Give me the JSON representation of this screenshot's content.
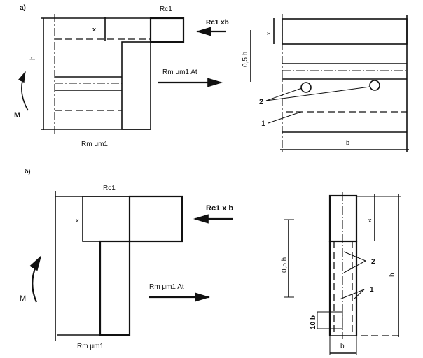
{
  "panel_a": {
    "label": "a)",
    "stress_top_label": "Rc1",
    "compression_force": "Rc1 xb",
    "tension_force": "Rm μm1 At",
    "height_label": "h",
    "moment_label": "M",
    "stress_bottom_label": "Rm μm1",
    "section_x_label": "x",
    "section_half_h_label": "0,5 h",
    "section_width_label": "b",
    "callout_2": "2",
    "callout_1": "1"
  },
  "panel_b": {
    "label": "б)",
    "stress_top_label": "Rc1",
    "x_label": "x",
    "compression_force": "Rc1 x b",
    "tension_force": "Rm μm1 At",
    "moment_label": "M",
    "stress_bottom_label": "Rm μm1",
    "section_half_h_label": "0,5 h",
    "section_x_label": "x",
    "section_h_label": "h",
    "section_10b_label": "10 b",
    "section_width_label": "b",
    "callout_2": "2",
    "callout_1": "1"
  }
}
